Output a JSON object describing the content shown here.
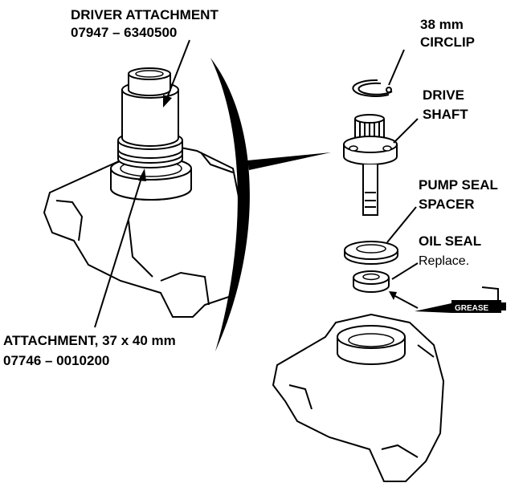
{
  "labels": {
    "driver_attachment": "DRIVER ATTACHMENT",
    "driver_attachment_part": "07947 – 6340500",
    "attachment": "ATTACHMENT, 37 x 40 mm",
    "attachment_part": "07746 – 0010200",
    "circlip_size": "38 mm",
    "circlip": "CIRCLIP",
    "drive": "DRIVE",
    "shaft": "SHAFT",
    "pump_seal": "PUMP SEAL",
    "spacer": "SPACER",
    "oil_seal": "OIL SEAL",
    "replace": "Replace.",
    "grease": "GREASE"
  }
}
